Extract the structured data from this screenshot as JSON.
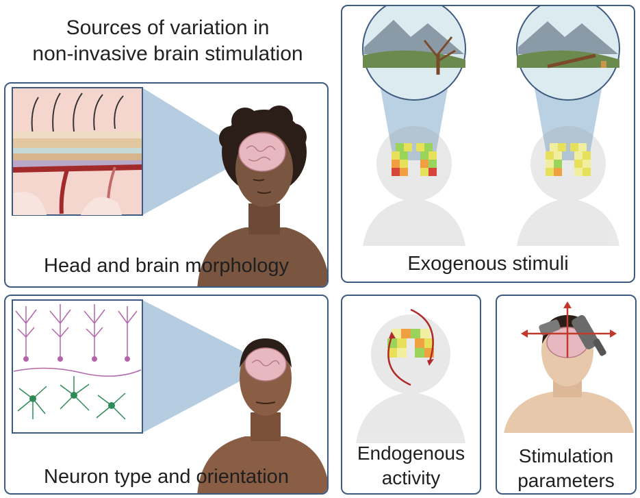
{
  "title": {
    "line1": "Sources of variation in",
    "line2": "non-invasive brain stimulation"
  },
  "panels": {
    "morphology": {
      "label": "Head and brain morphology"
    },
    "neuron": {
      "label": "Neuron type and orientation"
    },
    "exogenous": {
      "label": "Exogenous stimuli"
    },
    "endogenous": {
      "label_line1": "Endogenous",
      "label_line2": "activity"
    },
    "parameters": {
      "label_line1": "Stimulation",
      "label_line2": "parameters"
    }
  },
  "colors": {
    "panel_border": "#3d5a80",
    "cone": "#a9c4dc",
    "skin_dark": "#7a5540",
    "skin_light": "#e8c8aa",
    "brain": "#e8b8c0",
    "arrow_red": "#c0392b",
    "coil": "#7a7a7a"
  },
  "icons": [
    "zoom-cone-icon",
    "skin-layers-icon",
    "neuron-network-icon",
    "landscape-lens-icon",
    "brain-heatmap-icon",
    "rotation-arrow-icon",
    "tms-coil-icon"
  ]
}
